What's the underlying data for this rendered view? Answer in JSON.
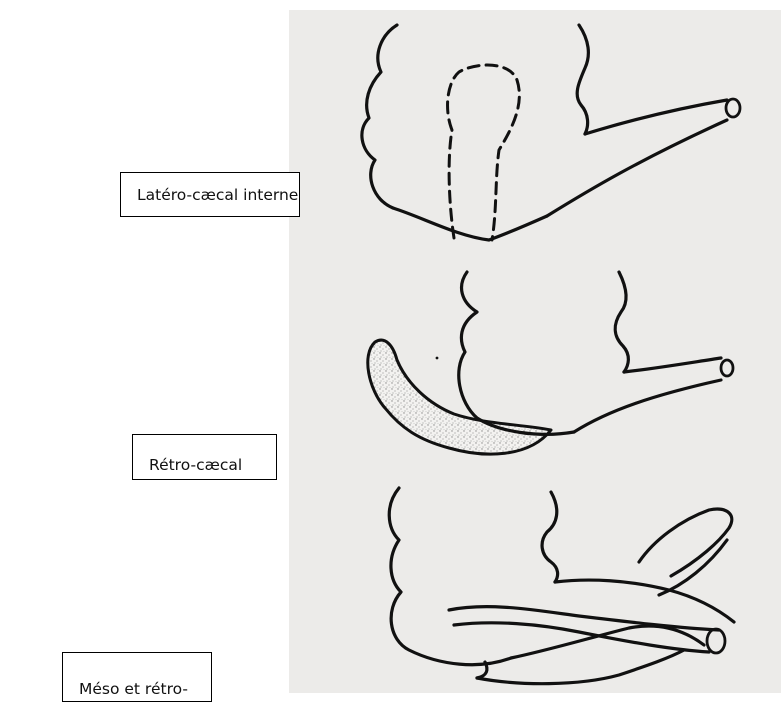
{
  "labels": {
    "lateral_internal": "Latéro-cæcal interne",
    "retro_caecal": "Rétro-cæcal",
    "meso_retro": "Méso et rétro-"
  },
  "colors": {
    "panel_background": "#ecebe9",
    "ink": "#111111",
    "stipple": "#8a8a8a"
  }
}
